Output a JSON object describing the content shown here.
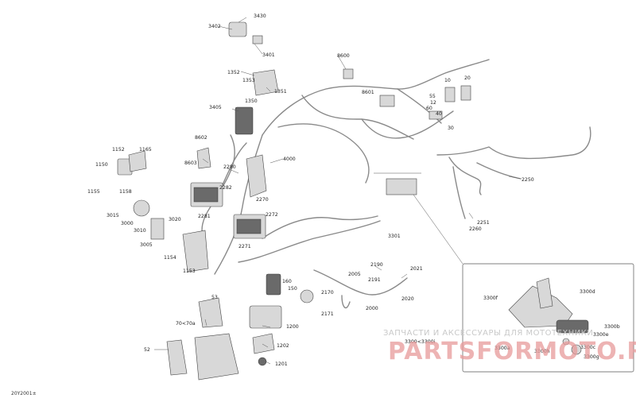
{
  "diagram": {
    "reference": "20Y2001±",
    "labels": [
      {
        "id": "3430",
        "text": "3430"
      },
      {
        "id": "3402",
        "text": "3402"
      },
      {
        "id": "3401",
        "text": "3401"
      },
      {
        "id": "8600",
        "text": "8600"
      },
      {
        "id": "1352",
        "text": "1352"
      },
      {
        "id": "1353",
        "text": "1353"
      },
      {
        "id": "1351",
        "text": "1351"
      },
      {
        "id": "1350",
        "text": "1350"
      },
      {
        "id": "8601",
        "text": "8601"
      },
      {
        "id": "10",
        "text": "10"
      },
      {
        "id": "20",
        "text": "20"
      },
      {
        "id": "55",
        "text": "55"
      },
      {
        "id": "12",
        "text": "12"
      },
      {
        "id": "60",
        "text": "60"
      },
      {
        "id": "40",
        "text": "40"
      },
      {
        "id": "30",
        "text": "30"
      },
      {
        "id": "3405",
        "text": "3405"
      },
      {
        "id": "8602",
        "text": "8602"
      },
      {
        "id": "8603",
        "text": "8603"
      },
      {
        "id": "2280",
        "text": "2280"
      },
      {
        "id": "4000",
        "text": "4000"
      },
      {
        "id": "1152",
        "text": "1152"
      },
      {
        "id": "1165",
        "text": "1165"
      },
      {
        "id": "1150",
        "text": "1150"
      },
      {
        "id": "1155",
        "text": "1155"
      },
      {
        "id": "1158",
        "text": "1158"
      },
      {
        "id": "2282",
        "text": "2282"
      },
      {
        "id": "2270",
        "text": "2270"
      },
      {
        "id": "2250",
        "text": "2250"
      },
      {
        "id": "3015",
        "text": "3015"
      },
      {
        "id": "3000",
        "text": "3000"
      },
      {
        "id": "3010",
        "text": "3010"
      },
      {
        "id": "3020",
        "text": "3020"
      },
      {
        "id": "3005",
        "text": "3005"
      },
      {
        "id": "2281",
        "text": "2281"
      },
      {
        "id": "2272",
        "text": "2272"
      },
      {
        "id": "2251",
        "text": "2251"
      },
      {
        "id": "2260",
        "text": "2260"
      },
      {
        "id": "3301",
        "text": "3301"
      },
      {
        "id": "1154",
        "text": "1154"
      },
      {
        "id": "2271",
        "text": "2271"
      },
      {
        "id": "1153",
        "text": "1153"
      },
      {
        "id": "2190",
        "text": "2190"
      },
      {
        "id": "2021",
        "text": "2021"
      },
      {
        "id": "2005",
        "text": "2005"
      },
      {
        "id": "2191",
        "text": "2191"
      },
      {
        "id": "160",
        "text": "160"
      },
      {
        "id": "150",
        "text": "150"
      },
      {
        "id": "2170",
        "text": "2170"
      },
      {
        "id": "2020",
        "text": "2020"
      },
      {
        "id": "2171",
        "text": "2171"
      },
      {
        "id": "2000",
        "text": "2000"
      },
      {
        "id": "53",
        "text": "53"
      },
      {
        "id": "70<70a",
        "text": "70<70a"
      },
      {
        "id": "1200",
        "text": "1200"
      },
      {
        "id": "1202",
        "text": "1202"
      },
      {
        "id": "1201",
        "text": "1201"
      },
      {
        "id": "52",
        "text": "52"
      },
      {
        "id": "3300<3300i",
        "text": "3300<3300i"
      },
      {
        "id": "3300f",
        "text": "3300f"
      },
      {
        "id": "3300d",
        "text": "3300d"
      },
      {
        "id": "3300b",
        "text": "3300b"
      },
      {
        "id": "3300e",
        "text": "3300e"
      },
      {
        "id": "3300a",
        "text": "3300a"
      },
      {
        "id": "3300c",
        "text": "3300c"
      },
      {
        "id": "3300h",
        "text": "3300h"
      },
      {
        "id": "3300g",
        "text": "3300g"
      }
    ]
  },
  "watermark": {
    "line1": "ЗАПЧАСТИ И АКСЕССУАРЫ ДЛЯ МОТОТЕХНИКИ",
    "line2": "PARTSFORMOTO.RU"
  }
}
